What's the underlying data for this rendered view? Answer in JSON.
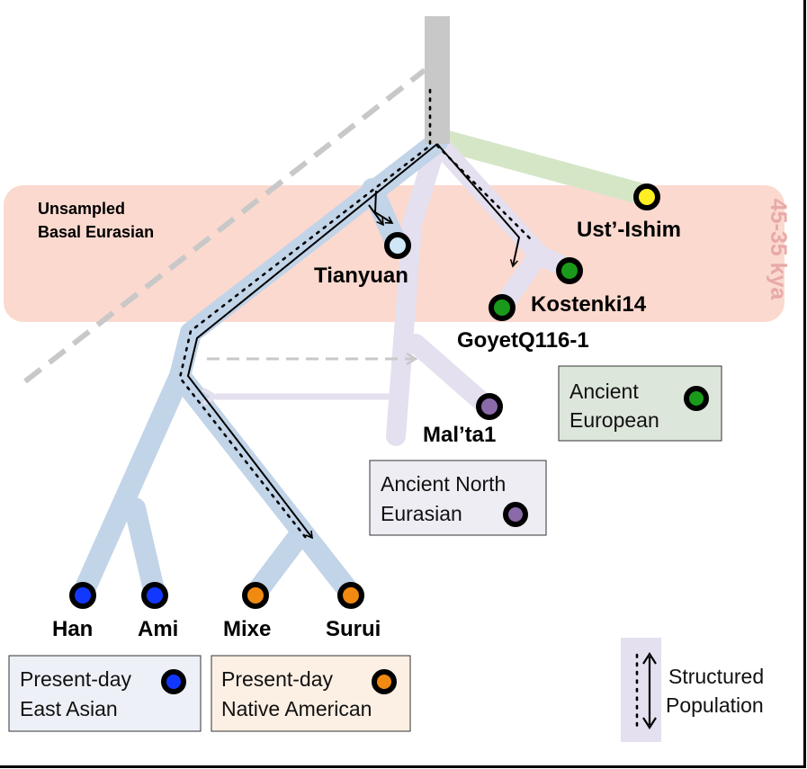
{
  "band_label": "45-35 kya",
  "basal": {
    "line1": "Unsampled",
    "line2": "Basal Eurasian"
  },
  "samples": {
    "ust_ishim": "Ust’-Ishim",
    "tianyuan": "Tianyuan",
    "kostenki": "Kostenki14",
    "goyet": "GoyetQ116-1",
    "malta": "Mal’ta1",
    "han": "Han",
    "ami": "Ami",
    "mixe": "Mixe",
    "surui": "Surui"
  },
  "legend": {
    "ancient_european": {
      "line1": "Ancient",
      "line2": "European"
    },
    "ancient_north_eurasian": {
      "line1": "Ancient North",
      "line2": "Eurasian"
    },
    "east_asian": {
      "line1": "Present-day",
      "line2": "East Asian"
    },
    "native_american": {
      "line1": "Present-day",
      "line2": "Native American"
    },
    "structured": {
      "line1": "Structured",
      "line2": "Population"
    }
  },
  "colors": {
    "east_asian_dot": "#1238ff",
    "native_american_dot": "#f08a10",
    "european_dot": "#1a9a1a",
    "ane_dot": "#8a6aa8",
    "ust_ishim_dot": "#ffee22",
    "tianyuan_dot": "#cfe6f6",
    "blue_branch": "#c2d4e8",
    "purple_branch": "#e4e0ef",
    "green_branch": "#d5e6c7",
    "trunk": "#c8c8c8",
    "band": "#fbd9cf"
  }
}
